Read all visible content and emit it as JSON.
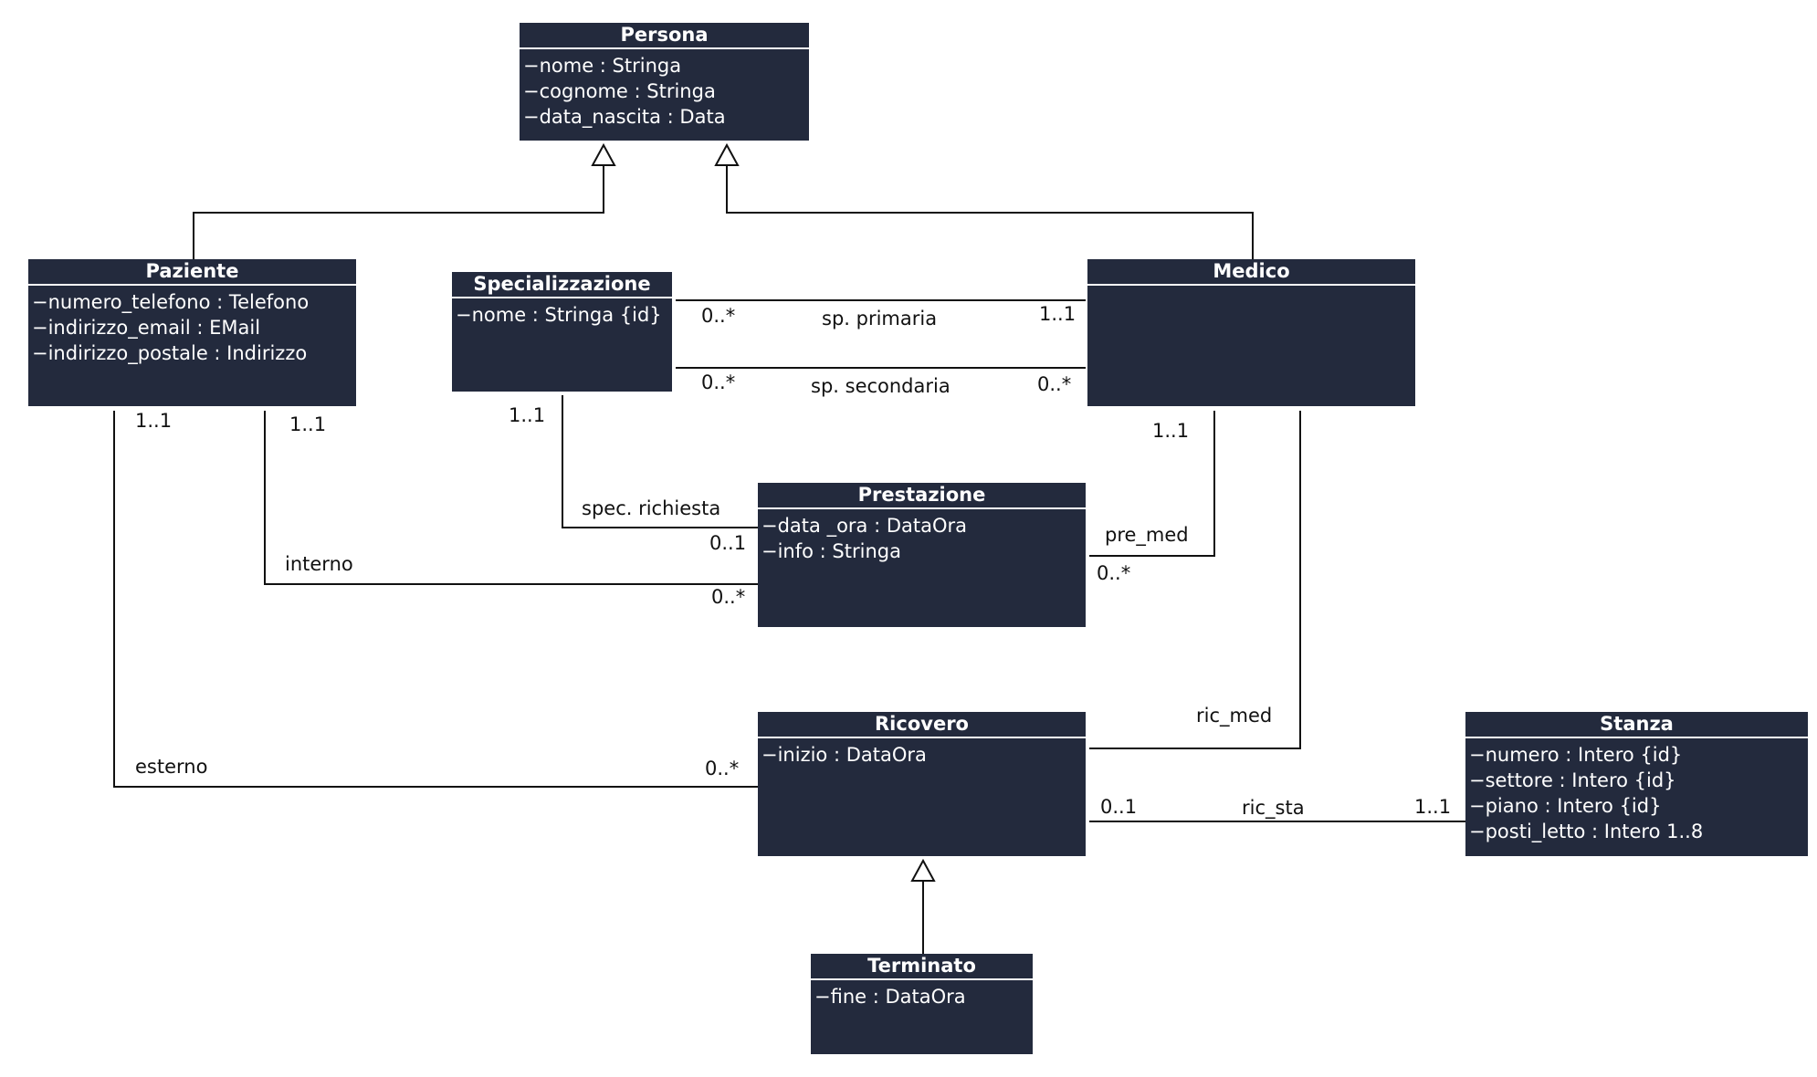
{
  "classes": {
    "persona": {
      "title": "Persona",
      "attributes": [
        "−nome : Stringa",
        "−cognome : Stringa",
        "−data_nascita : Data"
      ]
    },
    "paziente": {
      "title": "Paziente",
      "attributes": [
        "−numero_telefono : Telefono",
        "−indirizzo_email : EMail",
        "−indirizzo_postale : Indirizzo"
      ]
    },
    "specializzazione": {
      "title": "Specializzazione",
      "attributes": [
        "−nome : Stringa {id}"
      ]
    },
    "medico": {
      "title": "Medico",
      "attributes": []
    },
    "prestazione": {
      "title": "Prestazione",
      "attributes": [
        "−data _ora : DataOra",
        "−info : Stringa"
      ]
    },
    "ricovero": {
      "title": "Ricovero",
      "attributes": [
        "−inizio : DataOra"
      ]
    },
    "stanza": {
      "title": "Stanza",
      "attributes": [
        "−numero : Intero {id}",
        "−settore : Intero {id}",
        "−piano : Intero {id}",
        "−posti_letto : Intero 1..8"
      ]
    },
    "terminato": {
      "title": "Terminato",
      "attributes": [
        "−fine : DataOra"
      ]
    }
  },
  "associations": {
    "sp_primaria": {
      "name": "sp. primaria",
      "mult_specializzazione": "0..*",
      "mult_medico": "1..1"
    },
    "sp_secondaria": {
      "name": "sp. secondaria",
      "mult_specializzazione": "0..*",
      "mult_medico": "0..*"
    },
    "spec_richiesta": {
      "name": "spec. richiesta",
      "mult_specializzazione": "1..1",
      "mult_prestazione": "0..1"
    },
    "interno": {
      "name": "interno",
      "mult_paziente": "1..1",
      "mult_prestazione": "0..*"
    },
    "esterno": {
      "name": "esterno",
      "mult_paziente": "1..1",
      "mult_ricovero": "0..*"
    },
    "pre_med": {
      "name": "pre_med",
      "mult_medico": "1..1",
      "mult_prestazione": "0..*"
    },
    "ric_med": {
      "name": "ric_med"
    },
    "ric_sta": {
      "name": "ric_sta",
      "mult_ricovero": "0..1",
      "mult_stanza": "1..1"
    }
  }
}
